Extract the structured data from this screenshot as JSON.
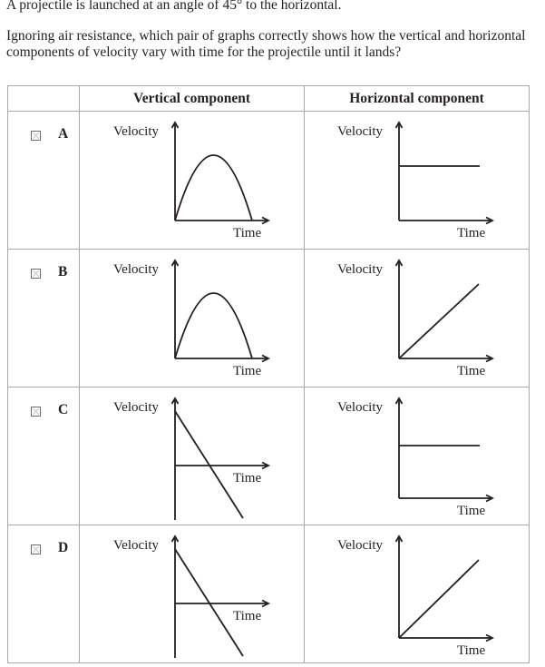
{
  "question": {
    "intro": "A projectile is launched at an angle of 45° to the horizontal.",
    "prompt": "Ignoring air resistance, which pair of graphs correctly shows how the vertical and horizontal components of velocity vary with time for the projectile until it lands?"
  },
  "table": {
    "headers": [
      "",
      "Vertical component",
      "Horizontal component"
    ],
    "axis_y_label": "Velocity",
    "axis_x_label": "Time"
  },
  "options": [
    {
      "letter": "A",
      "checked": false,
      "vertical": "parabola",
      "horizontal": "constant"
    },
    {
      "letter": "B",
      "checked": false,
      "vertical": "parabola",
      "horizontal": "increasing"
    },
    {
      "letter": "C",
      "checked": false,
      "vertical": "decreasing-through-zero",
      "horizontal": "constant"
    },
    {
      "letter": "D",
      "checked": false,
      "vertical": "decreasing-through-zero",
      "horizontal": "increasing"
    }
  ]
}
